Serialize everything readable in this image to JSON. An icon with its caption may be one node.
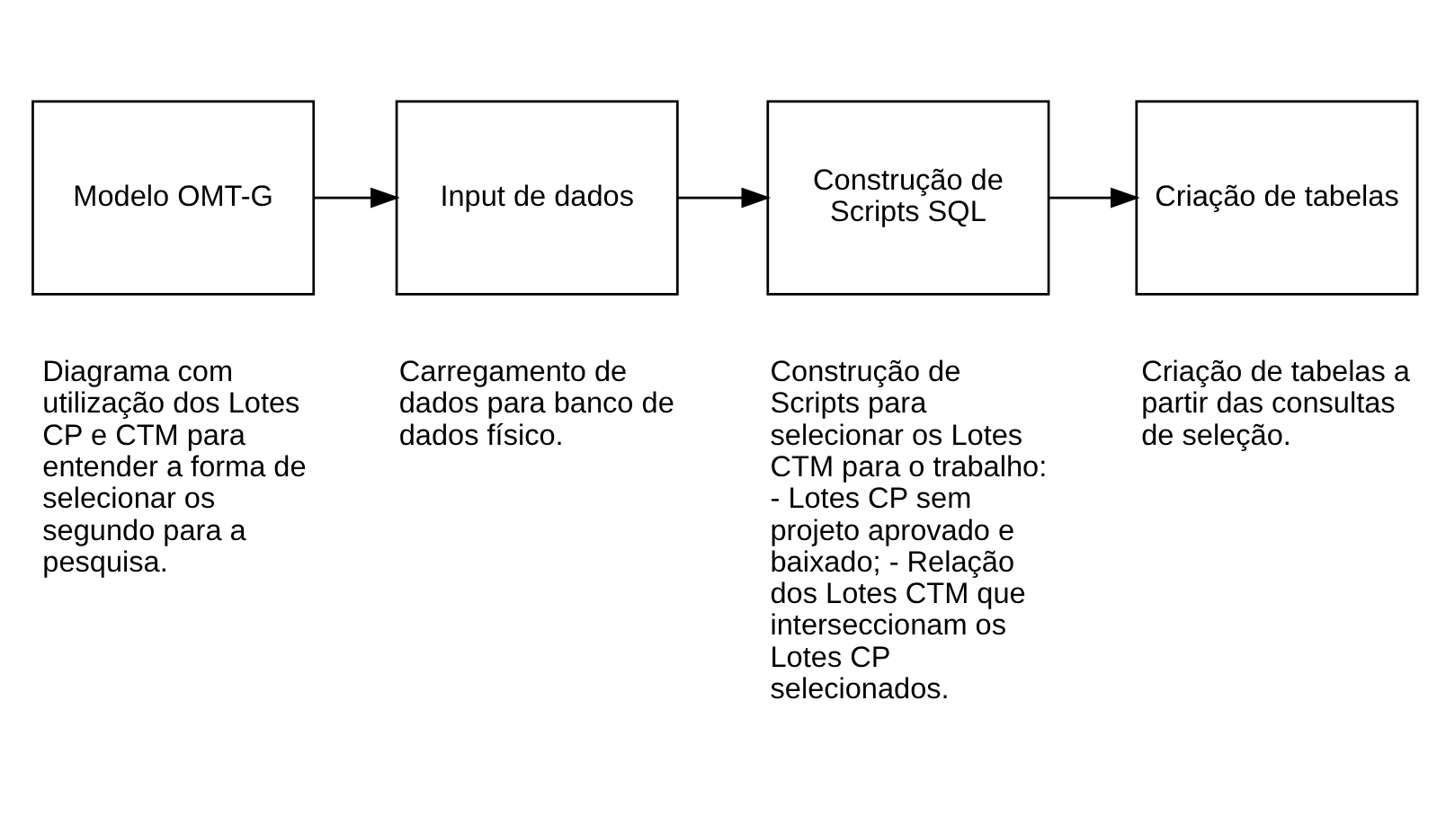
{
  "diagram": {
    "nodes": [
      {
        "text": [
          "Modelo OMT-G"
        ],
        "beside": [
          "Diagrama com utilização dos Lotes CP e CTM para entender a forma de selecionar os segundo para a pesquisa."
        ]
      },
      {
        "text": [
          "Input de dados"
        ],
        "beside": [
          "Carregamento de dados para banco de dados físico."
        ]
      },
      {
        "text": [
          "Construção de Scripts SQL"
        ],
        "beside": [
          "Construção de Scripts para selecionar os Lotes CTM para o trabalho: - Lotes CP sem projeto aprovado e baixado; - Relação dos Lotes CTM que interseccionam os Lotes CP selecionados."
        ]
      },
      {
        "text": [
          "Criação de tabelas"
        ],
        "beside": [
          "Criação de tabelas a partir das consultas de seleção."
        ]
      }
    ],
    "edges": [
      {
        "from": 0,
        "to": 1,
        "arrow": "to"
      },
      {
        "from": 1,
        "to": 2,
        "arrow": "to"
      },
      {
        "from": 2,
        "to": 3,
        "arrow": "to"
      }
    ]
  }
}
